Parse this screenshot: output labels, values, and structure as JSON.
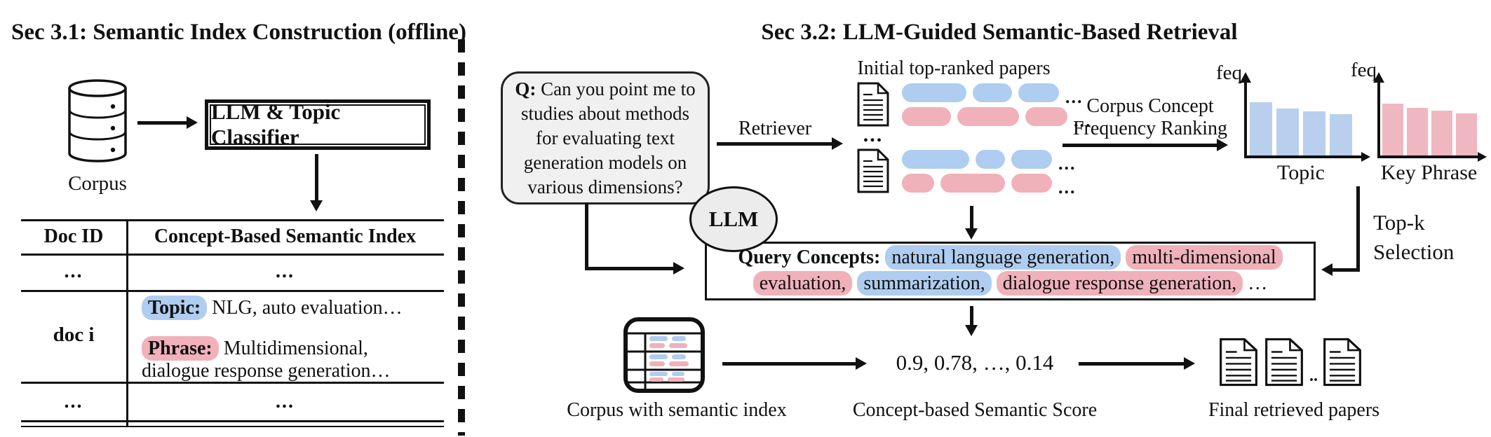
{
  "left": {
    "title": "Sec 3.1: Semantic Index Construction (offline)",
    "corpus_label": "Corpus",
    "classifier_label": "LLM & Topic Classifier",
    "table": {
      "header_doc_id": "Doc ID",
      "header_index": "Concept-Based Semantic Index",
      "row_dots": "...",
      "doc_i_label": "doc i",
      "doc_i_topic_line": [
        {
          "t": "Topic:",
          "hl": "blue",
          "b": true
        },
        {
          "t": " NLG, auto evaluation…"
        }
      ],
      "doc_i_phrase_line1": [
        {
          "t": "Phrase:",
          "hl": "pink",
          "b": true
        },
        {
          "t": " Multidimensional,"
        }
      ],
      "doc_i_phrase_line2": [
        {
          "t": "dialogue response generation…"
        }
      ]
    }
  },
  "right": {
    "title": "Sec 3.2: LLM-Guided Semantic-Based Retrieval",
    "question": [
      {
        "t": "Q:",
        "b": true
      },
      {
        "t": " Can you point me to studies about methods for evaluating text generation models on various dimensions?"
      }
    ],
    "retriever_label": "Retriever",
    "initial_papers_label": "Initial top-ranked papers",
    "between_docs_dots": "...",
    "row_ellipsis": "...",
    "corpus_concept_line1": "Corpus Concept",
    "corpus_concept_line2": "Frequency Ranking",
    "topk_line1": "Top-k",
    "topk_line2": "Selection",
    "llm_label": "LLM",
    "query_concepts_line1": [
      {
        "t": "Query Concepts: ",
        "b": true
      },
      {
        "t": "natural language generation,",
        "hl": "blue"
      },
      {
        "t": " "
      },
      {
        "t": "multi-dimensional",
        "hl": "pink"
      }
    ],
    "query_concepts_line2": [
      {
        "t": "evaluation,",
        "hl": "pink"
      },
      {
        "t": " "
      },
      {
        "t": "summarization,",
        "hl": "blue"
      },
      {
        "t": " "
      },
      {
        "t": "dialogue response generation,",
        "hl": "pink"
      },
      {
        "t": " …"
      }
    ],
    "corpus_index_label": "Corpus with semantic index",
    "score_value": "0.9, 0.78, …, 0.14",
    "score_label": "Concept-based Semantic Score",
    "final_papers_label": "Final retrieved papers",
    "final_dots": "..",
    "initial_papers": {
      "rows": [
        {
          "color": "blue",
          "widths": [
            92,
            56,
            58
          ]
        },
        {
          "color": "pink",
          "widths": [
            70,
            88,
            60
          ]
        },
        {
          "color": "blue",
          "widths": [
            96,
            42,
            58
          ]
        },
        {
          "color": "pink",
          "widths": [
            46,
            92,
            58
          ]
        }
      ]
    }
  },
  "colors": {
    "ink": "#111111",
    "concept_blue": "#aecdf0",
    "concept_pink": "#f0b1bb",
    "bubble_gray": "#f0f0f0",
    "ellipse_gray": "#ececec"
  },
  "chart_data": [
    {
      "type": "bar",
      "title": "Corpus topic frequency ranking (schematic)",
      "ylabel": "feq",
      "xlabel": "Topic",
      "categories": [
        "",
        "",
        "",
        ""
      ],
      "values": [
        80,
        71,
        67,
        63
      ],
      "units": "relative (unlabeled axis)",
      "color": "#b9cfee",
      "grid": false,
      "legend": false
    },
    {
      "type": "bar",
      "title": "Corpus key-phrase frequency ranking (schematic)",
      "ylabel": "feq",
      "xlabel": "Key Phrase",
      "categories": [
        "",
        "",
        "",
        ""
      ],
      "values": [
        78,
        72,
        68,
        64
      ],
      "units": "relative (unlabeled axis)",
      "color": "#efb7c0",
      "grid": false,
      "legend": false
    }
  ]
}
